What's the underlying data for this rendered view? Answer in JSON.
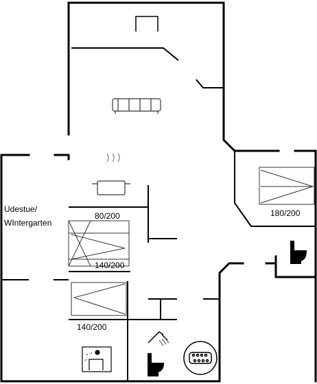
{
  "floorplan": {
    "room_label_line1": "Udestue/",
    "room_label_line2": "WIntergarten",
    "beds": [
      {
        "size": "80/200"
      },
      {
        "size": "140/200"
      },
      {
        "size": "140/200"
      },
      {
        "size": "180/200"
      }
    ],
    "icons": [
      "fireplace-icon",
      "sofa-icon",
      "kitchen-stove-icon",
      "shower-icon",
      "toilet-icon",
      "toilet-icon",
      "sauna-icon",
      "whirlpool-icon"
    ],
    "colors": {
      "wall": "#000000",
      "line": "#333333",
      "background": "#ffffff"
    }
  }
}
